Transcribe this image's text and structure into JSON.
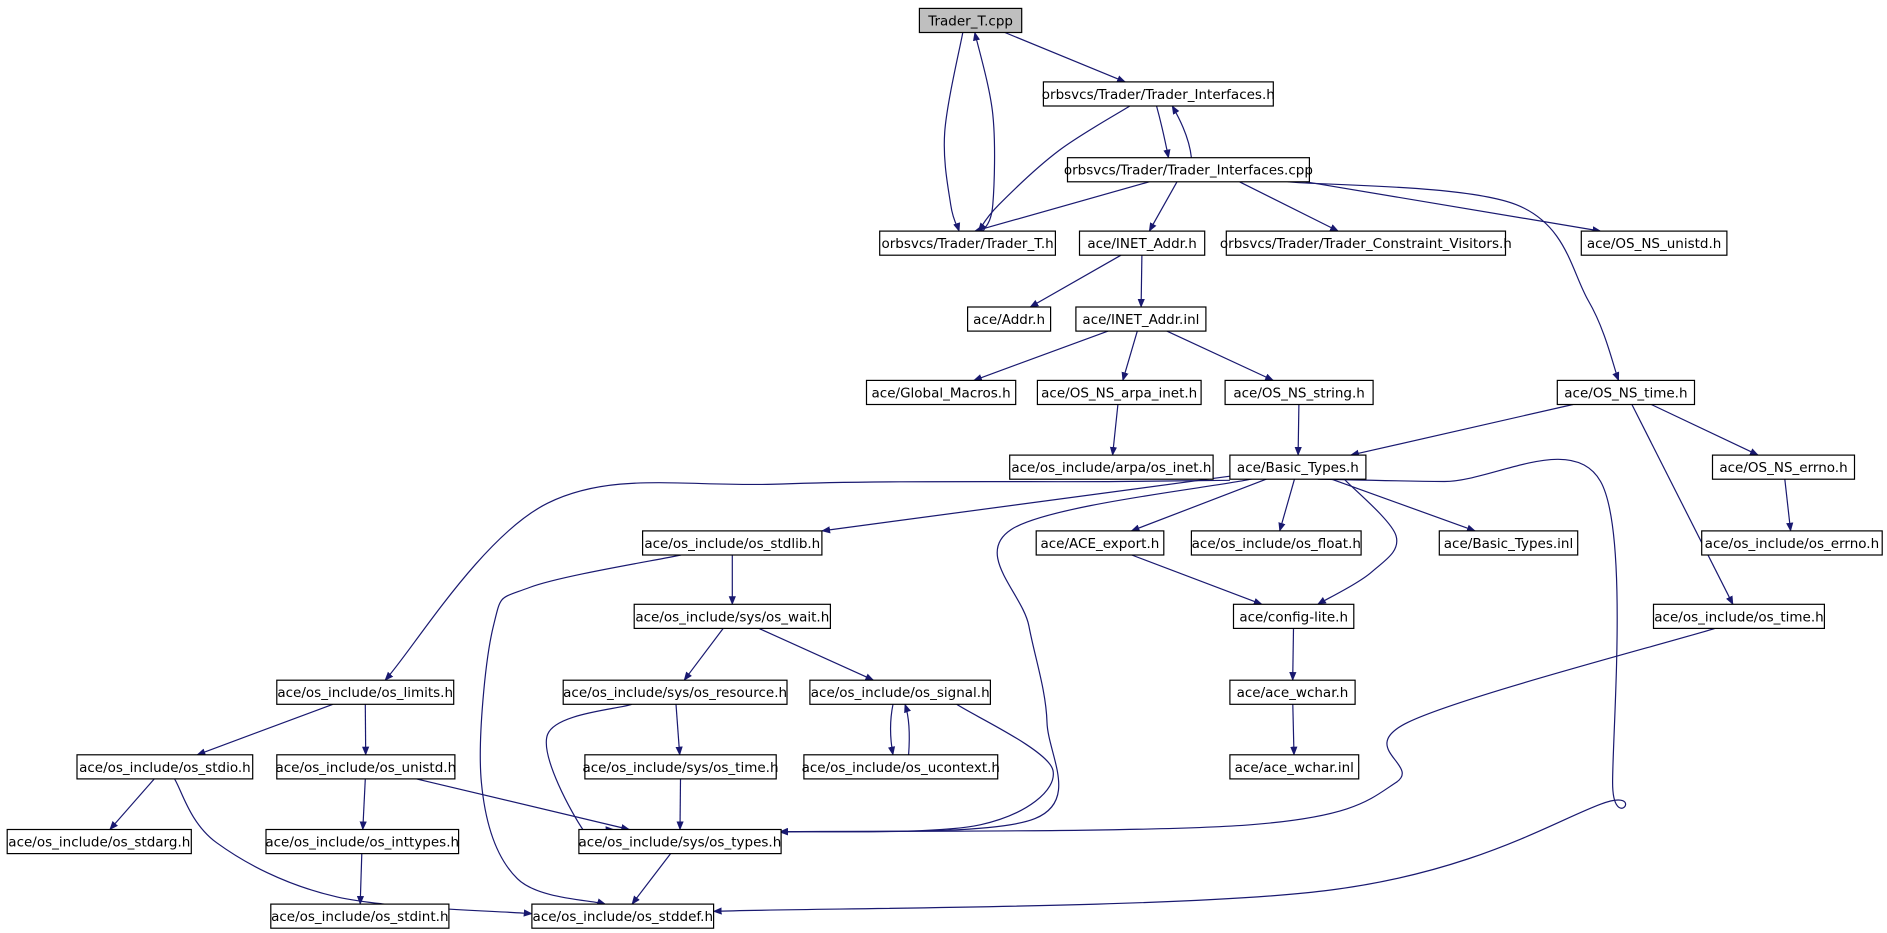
{
  "graph": {
    "title": "",
    "edge_color": "#191970",
    "node_stroke_color": "#000000",
    "root_fill_color": "#bfbfbf",
    "nodes": [
      {
        "id": "trader_t_cpp",
        "label": "Trader_T.cpp",
        "root": true
      },
      {
        "id": "trader_interfaces_h",
        "label": "orbsvcs/Trader/Trader_Interfaces.h"
      },
      {
        "id": "trader_interfaces_cpp",
        "label": "orbsvcs/Trader/Trader_Interfaces.cpp"
      },
      {
        "id": "trader_t_h",
        "label": "orbsvcs/Trader/Trader_T.h"
      },
      {
        "id": "inet_addr_h",
        "label": "ace/INET_Addr.h"
      },
      {
        "id": "constraint_visitors_h",
        "label": "orbsvcs/Trader/Trader_Constraint_Visitors.h"
      },
      {
        "id": "os_ns_unistd_h",
        "label": "ace/OS_NS_unistd.h"
      },
      {
        "id": "addr_h",
        "label": "ace/Addr.h"
      },
      {
        "id": "inet_addr_inl",
        "label": "ace/INET_Addr.inl"
      },
      {
        "id": "global_macros_h",
        "label": "ace/Global_Macros.h"
      },
      {
        "id": "os_ns_arpa_inet_h",
        "label": "ace/OS_NS_arpa_inet.h"
      },
      {
        "id": "os_ns_string_h",
        "label": "ace/OS_NS_string.h"
      },
      {
        "id": "os_ns_time_h",
        "label": "ace/OS_NS_time.h"
      },
      {
        "id": "os_inet_h",
        "label": "ace/os_include/arpa/os_inet.h"
      },
      {
        "id": "basic_types_h",
        "label": "ace/Basic_Types.h"
      },
      {
        "id": "os_ns_errno_h",
        "label": "ace/OS_NS_errno.h"
      },
      {
        "id": "os_stdlib_h",
        "label": "ace/os_include/os_stdlib.h"
      },
      {
        "id": "ace_export_h",
        "label": "ace/ACE_export.h"
      },
      {
        "id": "os_float_h",
        "label": "ace/os_include/os_float.h"
      },
      {
        "id": "basic_types_inl",
        "label": "ace/Basic_Types.inl"
      },
      {
        "id": "os_errno_h",
        "label": "ace/os_include/os_errno.h"
      },
      {
        "id": "os_wait_h",
        "label": "ace/os_include/sys/os_wait.h"
      },
      {
        "id": "config_lite_h",
        "label": "ace/config-lite.h"
      },
      {
        "id": "os_time_h",
        "label": "ace/os_include/os_time.h"
      },
      {
        "id": "os_limits_h",
        "label": "ace/os_include/os_limits.h"
      },
      {
        "id": "os_resource_h",
        "label": "ace/os_include/sys/os_resource.h"
      },
      {
        "id": "os_signal_h",
        "label": "ace/os_include/os_signal.h"
      },
      {
        "id": "ace_wchar_h",
        "label": "ace/ace_wchar.h"
      },
      {
        "id": "os_stdio_h",
        "label": "ace/os_include/os_stdio.h"
      },
      {
        "id": "os_unistd_h",
        "label": "ace/os_include/os_unistd.h"
      },
      {
        "id": "sys_os_time_h",
        "label": "ace/os_include/sys/os_time.h"
      },
      {
        "id": "os_ucontext_h",
        "label": "ace/os_include/os_ucontext.h"
      },
      {
        "id": "ace_wchar_inl",
        "label": "ace/ace_wchar.inl"
      },
      {
        "id": "os_stdarg_h",
        "label": "ace/os_include/os_stdarg.h"
      },
      {
        "id": "os_inttypes_h",
        "label": "ace/os_include/os_inttypes.h"
      },
      {
        "id": "os_types_h",
        "label": "ace/os_include/sys/os_types.h"
      },
      {
        "id": "os_stdint_h",
        "label": "ace/os_include/os_stdint.h"
      },
      {
        "id": "os_stddef_h",
        "label": "ace/os_include/os_stddef.h"
      }
    ],
    "edges": [
      {
        "from": "trader_t_cpp",
        "to": "trader_interfaces_h"
      },
      {
        "from": "trader_t_cpp",
        "to": "trader_t_h"
      },
      {
        "from": "trader_t_h",
        "to": "trader_t_cpp"
      },
      {
        "from": "trader_interfaces_h",
        "to": "trader_interfaces_cpp"
      },
      {
        "from": "trader_interfaces_cpp",
        "to": "trader_interfaces_h"
      },
      {
        "from": "trader_interfaces_h",
        "to": "trader_t_h"
      },
      {
        "from": "trader_interfaces_cpp",
        "to": "trader_t_h"
      },
      {
        "from": "trader_interfaces_cpp",
        "to": "inet_addr_h"
      },
      {
        "from": "trader_interfaces_cpp",
        "to": "constraint_visitors_h"
      },
      {
        "from": "trader_interfaces_cpp",
        "to": "os_ns_unistd_h"
      },
      {
        "from": "trader_interfaces_cpp",
        "to": "os_ns_time_h"
      },
      {
        "from": "inet_addr_h",
        "to": "addr_h"
      },
      {
        "from": "inet_addr_h",
        "to": "inet_addr_inl"
      },
      {
        "from": "inet_addr_inl",
        "to": "global_macros_h"
      },
      {
        "from": "inet_addr_inl",
        "to": "os_ns_arpa_inet_h"
      },
      {
        "from": "inet_addr_inl",
        "to": "os_ns_string_h"
      },
      {
        "from": "os_ns_arpa_inet_h",
        "to": "os_inet_h"
      },
      {
        "from": "os_ns_string_h",
        "to": "basic_types_h"
      },
      {
        "from": "os_ns_time_h",
        "to": "basic_types_h"
      },
      {
        "from": "os_ns_time_h",
        "to": "os_ns_errno_h"
      },
      {
        "from": "os_ns_time_h",
        "to": "os_time_h"
      },
      {
        "from": "os_ns_errno_h",
        "to": "os_errno_h"
      },
      {
        "from": "basic_types_h",
        "to": "os_stdlib_h"
      },
      {
        "from": "basic_types_h",
        "to": "ace_export_h"
      },
      {
        "from": "basic_types_h",
        "to": "os_float_h"
      },
      {
        "from": "basic_types_h",
        "to": "basic_types_inl"
      },
      {
        "from": "basic_types_h",
        "to": "config_lite_h"
      },
      {
        "from": "basic_types_h",
        "to": "os_limits_h"
      },
      {
        "from": "basic_types_h",
        "to": "os_types_h"
      },
      {
        "from": "basic_types_h",
        "to": "os_stddef_h"
      },
      {
        "from": "ace_export_h",
        "to": "config_lite_h"
      },
      {
        "from": "config_lite_h",
        "to": "ace_wchar_h"
      },
      {
        "from": "ace_wchar_h",
        "to": "ace_wchar_inl"
      },
      {
        "from": "os_stdlib_h",
        "to": "os_wait_h"
      },
      {
        "from": "os_stdlib_h",
        "to": "os_stddef_h"
      },
      {
        "from": "os_wait_h",
        "to": "os_resource_h"
      },
      {
        "from": "os_wait_h",
        "to": "os_signal_h"
      },
      {
        "from": "os_resource_h",
        "to": "sys_os_time_h"
      },
      {
        "from": "os_resource_h",
        "to": "os_types_h"
      },
      {
        "from": "os_signal_h",
        "to": "os_ucontext_h"
      },
      {
        "from": "os_ucontext_h",
        "to": "os_signal_h"
      },
      {
        "from": "os_signal_h",
        "to": "os_types_h"
      },
      {
        "from": "sys_os_time_h",
        "to": "os_types_h"
      },
      {
        "from": "os_time_h",
        "to": "os_types_h"
      },
      {
        "from": "os_limits_h",
        "to": "os_stdio_h"
      },
      {
        "from": "os_limits_h",
        "to": "os_unistd_h"
      },
      {
        "from": "os_stdio_h",
        "to": "os_stdarg_h"
      },
      {
        "from": "os_stdio_h",
        "to": "os_stddef_h"
      },
      {
        "from": "os_unistd_h",
        "to": "os_inttypes_h"
      },
      {
        "from": "os_unistd_h",
        "to": "os_types_h"
      },
      {
        "from": "os_inttypes_h",
        "to": "os_stdint_h"
      },
      {
        "from": "os_types_h",
        "to": "os_stddef_h"
      }
    ]
  }
}
